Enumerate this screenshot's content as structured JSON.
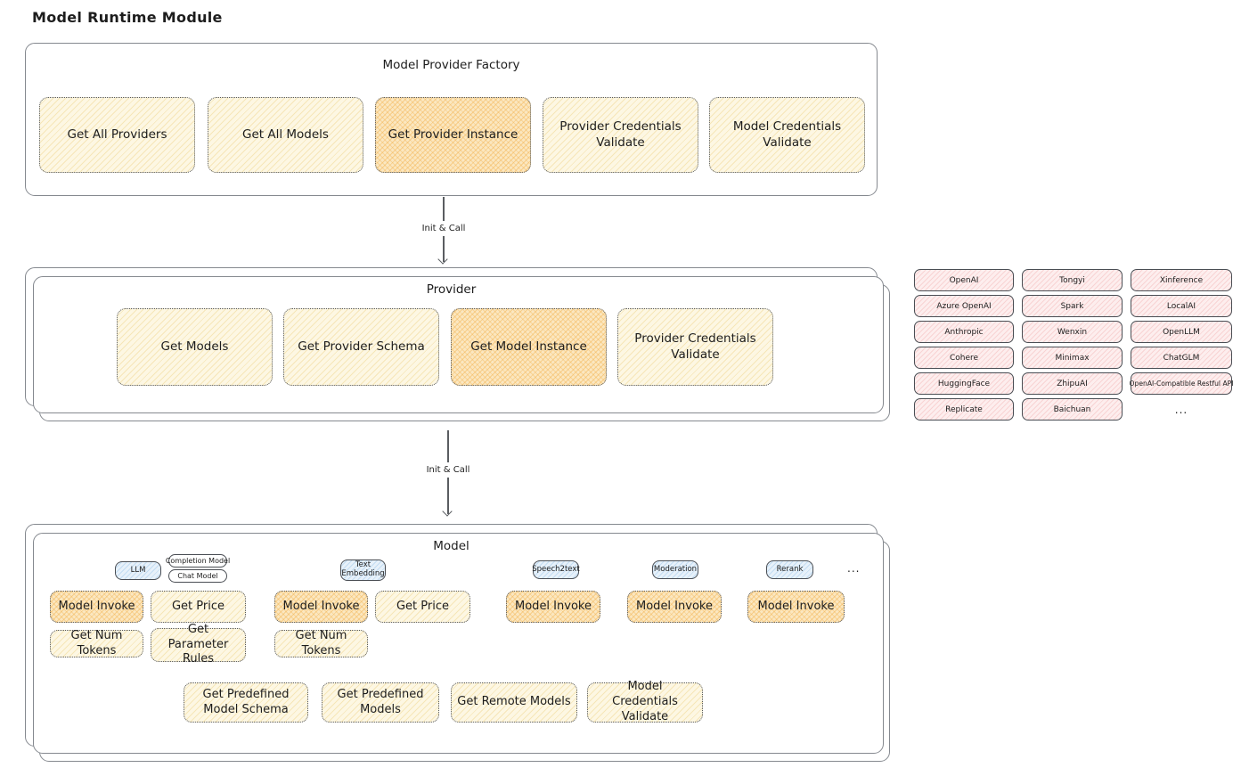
{
  "title": "Model Runtime Module",
  "colors": {
    "card_yellow": "#fdf7e3",
    "card_orange": "#fbe7c0",
    "tag_blue": "#e7f1fa",
    "tag_pink": "#fdeeee",
    "card_border": "#55585c",
    "box_border": "#85898f",
    "ink": "#1d1d1d"
  },
  "factory": {
    "title": "Model Provider Factory",
    "cards": [
      {
        "label": "Get All Providers",
        "highlighted": false
      },
      {
        "label": "Get All Models",
        "highlighted": false
      },
      {
        "label": "Get Provider Instance",
        "highlighted": true
      },
      {
        "label": "Provider Credentials Validate",
        "highlighted": false
      },
      {
        "label": "Model Credentials Validate",
        "highlighted": false
      }
    ]
  },
  "arrow1": {
    "label": "Init & Call"
  },
  "provider": {
    "title": "Provider",
    "cards": [
      {
        "label": "Get Models",
        "highlighted": false
      },
      {
        "label": "Get Provider Schema",
        "highlighted": false
      },
      {
        "label": "Get Model Instance",
        "highlighted": true
      },
      {
        "label": "Provider Credentials Validate",
        "highlighted": false
      }
    ]
  },
  "provider_tags": {
    "items": [
      {
        "label": "OpenAI"
      },
      {
        "label": "Tongyi"
      },
      {
        "label": "Xinference"
      },
      {
        "label": "Azure OpenAI"
      },
      {
        "label": "Spark"
      },
      {
        "label": "LocalAI"
      },
      {
        "label": "Anthropic"
      },
      {
        "label": "Wenxin"
      },
      {
        "label": "OpenLLM"
      },
      {
        "label": "Cohere"
      },
      {
        "label": "Minimax"
      },
      {
        "label": "ChatGLM"
      },
      {
        "label": "HuggingFace"
      },
      {
        "label": "ZhipuAI"
      },
      {
        "label": "OpenAI-Compatible Restful API"
      },
      {
        "label": "Replicate"
      },
      {
        "label": "Baichuan"
      },
      {
        "label": "..."
      }
    ]
  },
  "arrow2": {
    "label": "Init & Call"
  },
  "model": {
    "title": "Model",
    "type_tags": {
      "llm": "LLM",
      "completion_model": "Completion Model",
      "chat_model": "Chat Model",
      "text_embedding": "Text Embedding",
      "speech2text": "Speech2text",
      "moderation": "Moderation",
      "rerank": "Rerank",
      "ellipsis": "..."
    },
    "row1_cards": [
      {
        "label": "Model Invoke",
        "highlighted": true
      },
      {
        "label": "Get Price",
        "highlighted": false
      },
      {
        "label": "Model Invoke",
        "highlighted": true
      },
      {
        "label": "Get Price",
        "highlighted": false
      },
      {
        "label": "Model Invoke",
        "highlighted": true
      },
      {
        "label": "Model Invoke",
        "highlighted": true
      },
      {
        "label": "Model Invoke",
        "highlighted": true
      }
    ],
    "row2_cards": [
      {
        "label": "Get Num Tokens"
      },
      {
        "label": "Get Parameter Rules"
      },
      {
        "label": "Get Num Tokens"
      }
    ],
    "bottom_cards": [
      {
        "label": "Get Predefined Model Schema"
      },
      {
        "label": "Get Predefined Models"
      },
      {
        "label": "Get Remote Models"
      },
      {
        "label": "Model Credentials Validate"
      }
    ]
  }
}
